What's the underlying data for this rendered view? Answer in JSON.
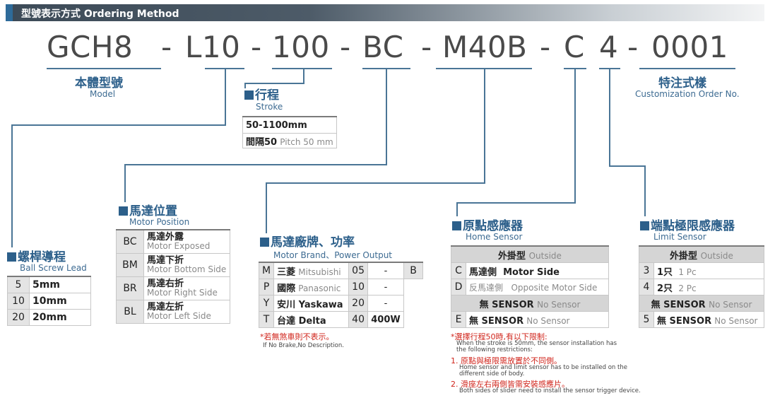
{
  "header": {
    "title": "型號表示方式 Ordering Method"
  },
  "code_parts": {
    "model": "GCH8",
    "lead": "L10",
    "stroke": "100",
    "motor_position": "BC",
    "motor_brand": "M40B",
    "home_sensor": "C",
    "limit_sensor": "4",
    "order_no": "0001",
    "dash": "-"
  },
  "model": {
    "zh": "本體型號",
    "en": "Model"
  },
  "custom": {
    "zh": "特注式樣",
    "en": "Customization Order No."
  },
  "stroke": {
    "zh": "行程",
    "en": "Stroke",
    "range": "50-1100mm",
    "pitch_zh": "間隔50",
    "pitch_en": "Pitch 50 mm"
  },
  "ball_screw": {
    "zh": "螺桿導程",
    "en": "Ball Screw Lead",
    "rows": [
      {
        "code": "5",
        "value": "5mm"
      },
      {
        "code": "10",
        "value": "10mm"
      },
      {
        "code": "20",
        "value": "20mm"
      }
    ]
  },
  "motor_position": {
    "zh": "馬達位置",
    "en": "Motor Position",
    "rows": [
      {
        "code": "BC",
        "zh": "馬達外露",
        "en": "Motor Exposed"
      },
      {
        "code": "BM",
        "zh": "馬達下折",
        "en": "Motor Bottom Side"
      },
      {
        "code": "BR",
        "zh": "馬達右折",
        "en": "Motor Right Side"
      },
      {
        "code": "BL",
        "zh": "馬達左折",
        "en": "Motor Left Side"
      }
    ]
  },
  "motor_brand": {
    "zh": "馬達廠牌、功率",
    "en": "Motor Brand、Power Output",
    "rows": [
      {
        "code": "M",
        "zh": "三菱",
        "en": "Mitsubishi",
        "power": "05",
        "watt": "-",
        "brake": "B"
      },
      {
        "code": "P",
        "zh": "國際",
        "en": "Panasonic",
        "power": "10",
        "watt": "-",
        "brake": ""
      },
      {
        "code": "Y",
        "zh": "安川 Yaskawa",
        "en": "",
        "power": "20",
        "watt": "-",
        "brake": ""
      },
      {
        "code": "T",
        "zh": "台達 Delta",
        "en": "",
        "power": "40",
        "watt": "400W",
        "brake": ""
      }
    ],
    "note_zh": "*若無煞車則不表示。",
    "note_en": "If No Brake,No Description."
  },
  "home_sensor": {
    "zh": "原點感應器",
    "en": "Home Sensor",
    "head_zh": "外掛型",
    "head_en": "Outside",
    "rows": [
      {
        "code": "C",
        "zh": "馬達側",
        "en": "Motor Side"
      },
      {
        "code": "D",
        "zh": "反馬達側",
        "en": "Opposite Motor Side"
      }
    ],
    "no_sensor_head_zh": "無 SENSOR",
    "no_sensor_head_en": "No Sensor",
    "e_row": {
      "code": "E",
      "zh": "無 SENSOR",
      "en": "No Sensor"
    },
    "notes": {
      "n0_zh": "*選擇行程50時,有以下限制:",
      "n0_en1": "When the stroke is 50mm, the sensor installation has",
      "n0_en2": "the following restrictions:",
      "n1_zh": "1. 原點與極限需放置於不同側。",
      "n1_en1": "Home sensor and limit sensor has to be installed on the",
      "n1_en2": "different side of body.",
      "n2_zh": "2. 滑座左右兩側皆需安裝感應片。",
      "n2_en": "Both sides of slider need to install the sensor trigger device."
    }
  },
  "limit_sensor": {
    "zh": "端點極限感應器",
    "en": "Limit Sensor",
    "head_zh": "外掛型",
    "head_en": "Outside",
    "rows": [
      {
        "code": "3",
        "zh": "1只",
        "en": "1 Pc"
      },
      {
        "code": "4",
        "zh": "2只",
        "en": "2 Pc"
      }
    ],
    "no_sensor_head_zh": "無 SENSOR",
    "no_sensor_head_en": "No Sensor",
    "five_row": {
      "code": "5",
      "zh": "無 SENSOR",
      "en": "No Sensor"
    }
  }
}
